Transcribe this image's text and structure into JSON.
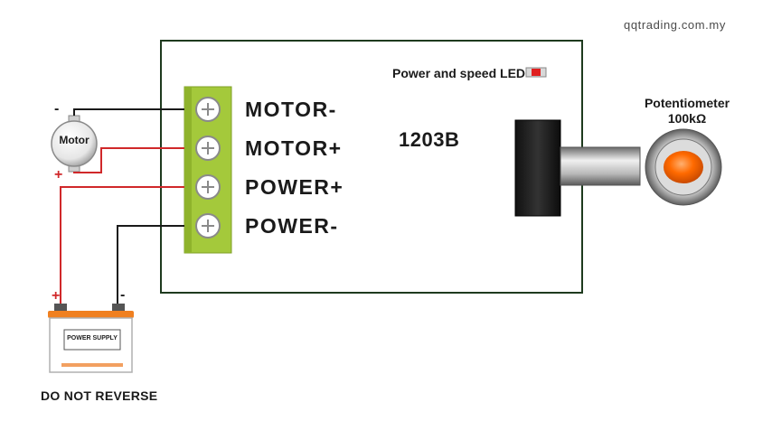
{
  "watermark": "qqtrading.com.my",
  "board": {
    "led_label": "Power and speed LED",
    "model": "1203B",
    "terminals": [
      "MOTOR-",
      "MOTOR+",
      "POWER+",
      "POWER-"
    ]
  },
  "potentiometer": {
    "title": "Potentiometer",
    "value": "100kΩ"
  },
  "motor": {
    "label": "Motor",
    "neg_sign": "-",
    "pos_sign": "+"
  },
  "power_supply": {
    "label": "POWER SUPPLY",
    "pos_sign": "+",
    "neg_sign": "-"
  },
  "warning": "DO NOT REVERSE",
  "colors": {
    "terminal_green": "#a4c93b",
    "wire_red": "#d0282a",
    "wire_black": "#1a1a1a",
    "knob_orange": "#ff6a00",
    "ps_orange": "#f08020",
    "led_red": "#e02020"
  }
}
